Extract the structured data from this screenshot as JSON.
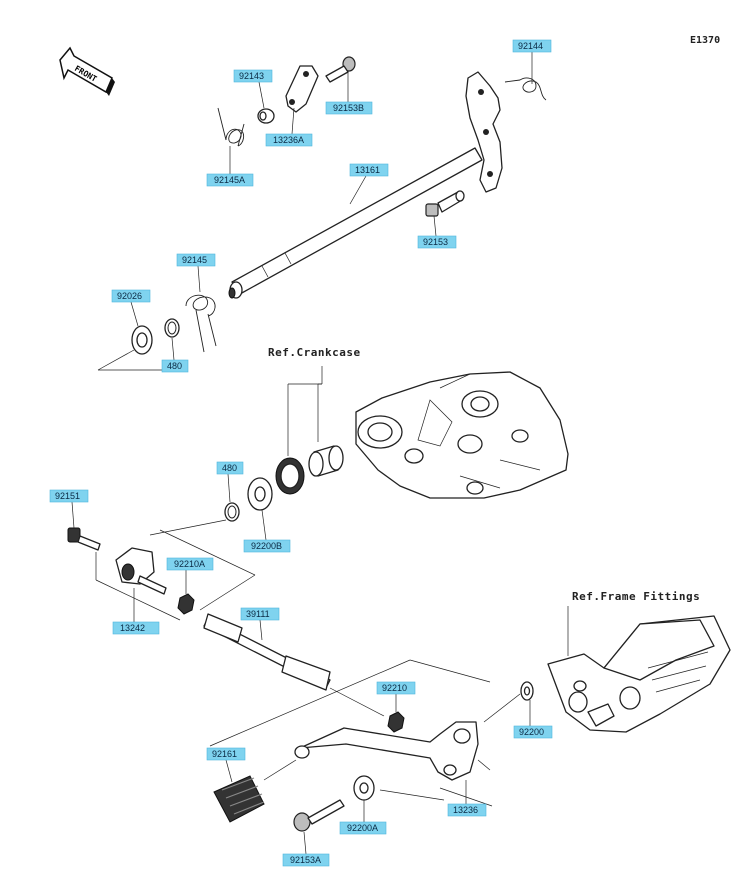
{
  "diagram_code": "E1370",
  "front_label": "FRONT",
  "references": {
    "crankcase": "Ref.Crankcase",
    "frame_fittings": "Ref.Frame Fittings"
  },
  "part_numbers": {
    "p92144": "92144",
    "p92143": "92143",
    "p92153B": "92153B",
    "p13236A": "13236A",
    "p92145A": "92145A",
    "p13161": "13161",
    "p92153": "92153",
    "p92145": "92145",
    "p92026": "92026",
    "p480_upper": "480",
    "p480_lower": "480",
    "p92200B": "92200B",
    "p92151": "92151",
    "p92210A": "92210A",
    "p13242": "13242",
    "p39111": "39111",
    "p92210": "92210",
    "p92200": "92200",
    "p92161": "92161",
    "p13236": "13236",
    "p92200A": "92200A",
    "p92153A": "92153A"
  }
}
